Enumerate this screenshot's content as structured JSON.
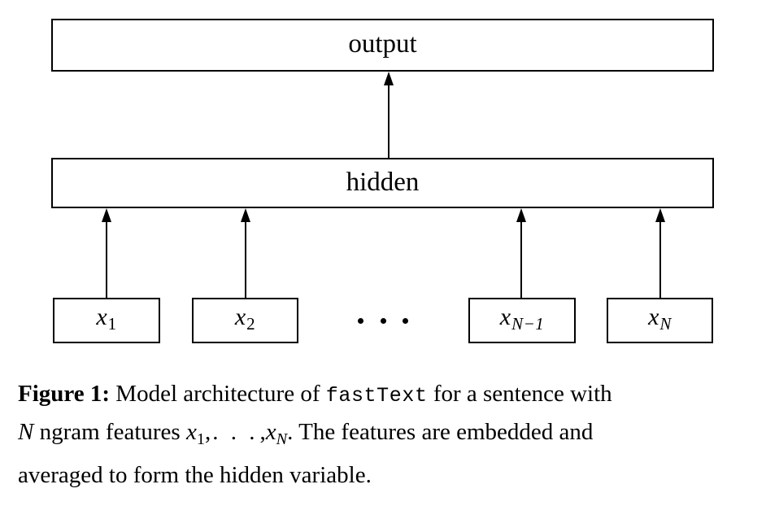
{
  "figure": {
    "output_node": {
      "label": "output"
    },
    "hidden_node": {
      "label": "hidden"
    },
    "input_nodes": [
      {
        "base": "x",
        "subscript": "1",
        "subscript_italic": false
      },
      {
        "base": "x",
        "subscript": "2",
        "subscript_italic": false
      },
      {
        "base": "x",
        "subscript": "N−1",
        "subscript_italic": true
      },
      {
        "base": "x",
        "subscript": "N",
        "subscript_italic": true
      }
    ],
    "ellipsis": "· · ·",
    "arrow_count": 5,
    "colors": {
      "stroke": "#000000",
      "fill": "#ffffff",
      "text": "#000000"
    }
  },
  "caption": {
    "label": "Figure 1:",
    "line1_a": " Model architecture of ",
    "line1_mono": "fastText",
    "line1_b": " for a sentence with",
    "line2_math_n": "N",
    "line2_a": " ngram features ",
    "line2_x1_base": "x",
    "line2_x1_sub": "1",
    "line2_comma1": ",",
    "line2_dots": ". . .",
    "line2_comma2": ",",
    "line2_xn_base": "x",
    "line2_xn_sub": "N",
    "line2_b": ". The features are embedded and",
    "line3": "averaged to form the hidden variable."
  }
}
